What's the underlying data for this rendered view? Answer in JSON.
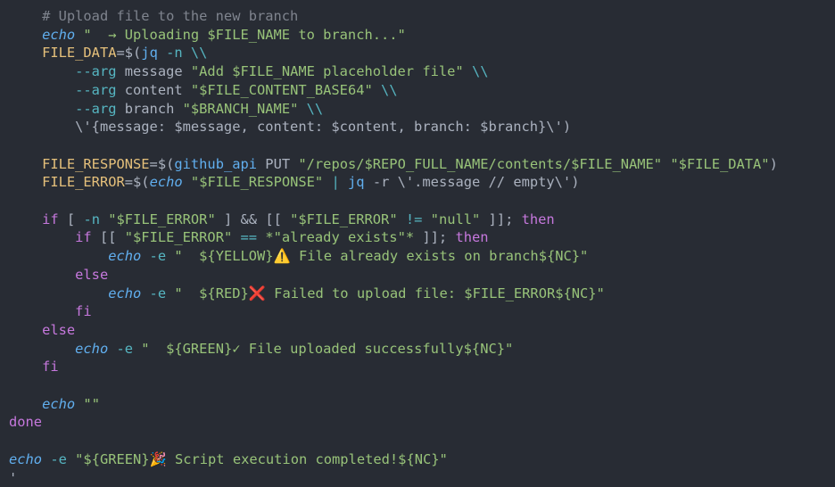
{
  "editor": {
    "lines": [
      {
        "indent": "    ",
        "tokens": [
          {
            "t": "# Upload file to the new branch",
            "c": "cm"
          }
        ]
      },
      {
        "indent": "    ",
        "tokens": [
          {
            "t": "echo",
            "c": "bi"
          },
          {
            "t": " \"  → Uploading $FILE_NAME to branch...\"",
            "c": "st"
          }
        ]
      },
      {
        "indent": "    ",
        "tokens": [
          {
            "t": "FILE_DATA",
            "c": "vr"
          },
          {
            "t": "=$(",
            "c": "pu"
          },
          {
            "t": "jq",
            "c": "fn"
          },
          {
            "t": " -n \\\\",
            "c": "op"
          }
        ]
      },
      {
        "indent": "        ",
        "tokens": [
          {
            "t": "--arg",
            "c": "op"
          },
          {
            "t": " message ",
            "c": "ic"
          },
          {
            "t": "\"Add $FILE_NAME placeholder file\"",
            "c": "st"
          },
          {
            "t": " \\\\",
            "c": "op"
          }
        ]
      },
      {
        "indent": "        ",
        "tokens": [
          {
            "t": "--arg",
            "c": "op"
          },
          {
            "t": " content ",
            "c": "ic"
          },
          {
            "t": "\"$FILE_CONTENT_BASE64\"",
            "c": "st"
          },
          {
            "t": " \\\\",
            "c": "op"
          }
        ]
      },
      {
        "indent": "        ",
        "tokens": [
          {
            "t": "--arg",
            "c": "op"
          },
          {
            "t": " branch ",
            "c": "ic"
          },
          {
            "t": "\"$BRANCH_NAME\"",
            "c": "st"
          },
          {
            "t": " \\\\",
            "c": "op"
          }
        ]
      },
      {
        "indent": "        ",
        "tokens": [
          {
            "t": "\\'{message: $message, content: $content, branch: $branch}\\')",
            "c": "ic"
          }
        ]
      },
      {
        "indent": "",
        "tokens": []
      },
      {
        "indent": "    ",
        "tokens": [
          {
            "t": "FILE_RESPONSE",
            "c": "vr"
          },
          {
            "t": "=$(",
            "c": "pu"
          },
          {
            "t": "github_api",
            "c": "fn"
          },
          {
            "t": " PUT ",
            "c": "ic"
          },
          {
            "t": "\"/repos/$REPO_FULL_NAME/contents/$FILE_NAME\"",
            "c": "st"
          },
          {
            "t": " ",
            "c": "ic"
          },
          {
            "t": "\"$FILE_DATA\"",
            "c": "st"
          },
          {
            "t": ")",
            "c": "pu"
          }
        ]
      },
      {
        "indent": "    ",
        "tokens": [
          {
            "t": "FILE_ERROR",
            "c": "vr"
          },
          {
            "t": "=$(",
            "c": "pu"
          },
          {
            "t": "echo",
            "c": "bi"
          },
          {
            "t": " ",
            "c": "ic"
          },
          {
            "t": "\"$FILE_RESPONSE\"",
            "c": "st"
          },
          {
            "t": " | ",
            "c": "op"
          },
          {
            "t": "jq",
            "c": "fn"
          },
          {
            "t": " -r \\'.message // empty\\')",
            "c": "ic"
          }
        ]
      },
      {
        "indent": "",
        "tokens": []
      },
      {
        "indent": "    ",
        "tokens": [
          {
            "t": "if",
            "c": "kw"
          },
          {
            "t": " [ ",
            "c": "pu"
          },
          {
            "t": "-n ",
            "c": "op"
          },
          {
            "t": "\"$FILE_ERROR\"",
            "c": "st"
          },
          {
            "t": " ] && [[ ",
            "c": "pu"
          },
          {
            "t": "\"$FILE_ERROR\"",
            "c": "st"
          },
          {
            "t": " != ",
            "c": "op"
          },
          {
            "t": "\"null\"",
            "c": "st"
          },
          {
            "t": " ]]; ",
            "c": "pu"
          },
          {
            "t": "then",
            "c": "kw"
          }
        ]
      },
      {
        "indent": "        ",
        "tokens": [
          {
            "t": "if",
            "c": "kw"
          },
          {
            "t": " [[ ",
            "c": "pu"
          },
          {
            "t": "\"$FILE_ERROR\"",
            "c": "st"
          },
          {
            "t": " == ",
            "c": "op"
          },
          {
            "t": "*\"already exists\"*",
            "c": "st"
          },
          {
            "t": " ]]; ",
            "c": "pu"
          },
          {
            "t": "then",
            "c": "kw"
          }
        ]
      },
      {
        "indent": "            ",
        "tokens": [
          {
            "t": "echo",
            "c": "bi"
          },
          {
            "t": " -e ",
            "c": "op"
          },
          {
            "t": "\"  ${YELLOW}⚠️ File already exists on branch${NC}\"",
            "c": "st"
          }
        ]
      },
      {
        "indent": "        ",
        "tokens": [
          {
            "t": "else",
            "c": "kw"
          }
        ]
      },
      {
        "indent": "            ",
        "tokens": [
          {
            "t": "echo",
            "c": "bi"
          },
          {
            "t": " -e ",
            "c": "op"
          },
          {
            "t": "\"  ${RED}❌ Failed to upload file: $FILE_ERROR${NC}\"",
            "c": "st"
          }
        ]
      },
      {
        "indent": "        ",
        "tokens": [
          {
            "t": "fi",
            "c": "kw"
          }
        ]
      },
      {
        "indent": "    ",
        "tokens": [
          {
            "t": "else",
            "c": "kw"
          }
        ]
      },
      {
        "indent": "        ",
        "tokens": [
          {
            "t": "echo",
            "c": "bi"
          },
          {
            "t": " -e ",
            "c": "op"
          },
          {
            "t": "\"  ${GREEN}✓ File uploaded successfully${NC}\"",
            "c": "st"
          }
        ]
      },
      {
        "indent": "    ",
        "tokens": [
          {
            "t": "fi",
            "c": "kw"
          }
        ]
      },
      {
        "indent": "",
        "tokens": []
      },
      {
        "indent": "    ",
        "tokens": [
          {
            "t": "echo",
            "c": "bi"
          },
          {
            "t": " \"\"",
            "c": "st"
          }
        ]
      },
      {
        "indent": "",
        "tokens": [
          {
            "t": "done",
            "c": "kw"
          }
        ]
      },
      {
        "indent": "",
        "tokens": []
      },
      {
        "indent": "",
        "tokens": [
          {
            "t": "echo",
            "c": "bi"
          },
          {
            "t": " -e ",
            "c": "op"
          },
          {
            "t": "\"${GREEN}🎉 Script execution completed!${NC}\"",
            "c": "st"
          }
        ]
      },
      {
        "indent": "",
        "tokens": [
          {
            "t": "'",
            "c": "ic"
          }
        ]
      }
    ]
  },
  "colors": {
    "background": "#282c34",
    "comment": "#7f848e",
    "keyword": "#c678dd",
    "builtin": "#61afef",
    "string": "#98c379",
    "variable": "#e5c07b",
    "operator": "#56b6c2",
    "text": "#abb2bf"
  }
}
